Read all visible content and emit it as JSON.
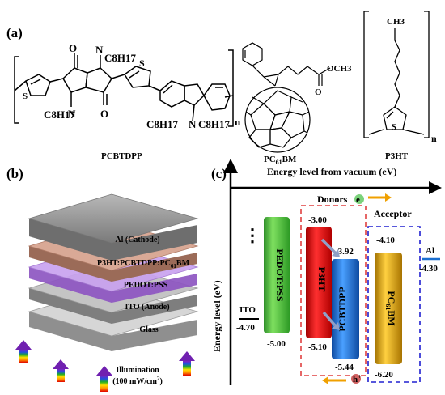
{
  "panel_labels": {
    "a": "(a)",
    "b": "(b)",
    "c": "(c)"
  },
  "structures": {
    "pcbtdpp": {
      "name": "PCBTDPP",
      "atoms": {
        "O1": "O",
        "O2": "O",
        "N1": "N",
        "N2": "N",
        "N3": "N",
        "S1": "S",
        "S2": "S",
        "C8H17_top": "C8H17",
        "C8H17_bl": "C8H17",
        "C8H17_n1": "C8H17",
        "C8H17_n2": "C8H17"
      },
      "repeat": "n"
    },
    "pcbm": {
      "name_main": "PC",
      "name_sub": "61",
      "name_tail": "BM",
      "ester": "OCH3",
      "carbonyl_o": "O"
    },
    "p3ht": {
      "name": "P3HT",
      "ch3": "CH3",
      "s": "S",
      "repeat": "n"
    }
  },
  "device_stack": {
    "layers": [
      {
        "name": "Al (Cathode)",
        "color": "#9a9a9a"
      },
      {
        "name_main": "P3HT:PCBTDPP:PC",
        "name_sub": "61",
        "name_tail": "BM",
        "color": "#c79a86"
      },
      {
        "name": "PEDOT:PSS",
        "color": "#b98be0"
      },
      {
        "name": "ITO (Anode)",
        "color": "#bdbdbd"
      },
      {
        "name": "Glass",
        "color": "#c8c8c8"
      }
    ],
    "illumination_line1": "Illumination",
    "illumination_line2_main": "(100 mW/cm",
    "illumination_line2_sup": "2",
    "illumination_line2_tail": ")"
  },
  "energy_diagram": {
    "x_axis_label": "Energy level from vacuum (eV)",
    "y_axis_label": "Energy level (eV)",
    "ellipsis": "⋮",
    "donors_label": "Donors",
    "acceptor_label": "Acceptor",
    "electron_symbol": "e",
    "hole_symbol": "h",
    "hole_sup": "+",
    "ito": {
      "label": "ITO",
      "value": "-4.70"
    },
    "al": {
      "label": "Al",
      "value": "-4.30"
    },
    "levels": [
      {
        "name": "PEDOT:PSS",
        "top": null,
        "bottom": "-5.00",
        "color": "#3db83a"
      },
      {
        "name": "P3HT",
        "top": "-3.00",
        "bottom": "-5.10",
        "color": "#e01818"
      },
      {
        "name": "PCBTDPP",
        "top": "-3.92",
        "bottom": "-5.44",
        "color": "#1f6fd0"
      },
      {
        "name_main": "PC",
        "name_sub": "61",
        "name_tail": "BM",
        "top": "-4.10",
        "bottom": "-6.20",
        "color": "#e0a800"
      }
    ]
  }
}
